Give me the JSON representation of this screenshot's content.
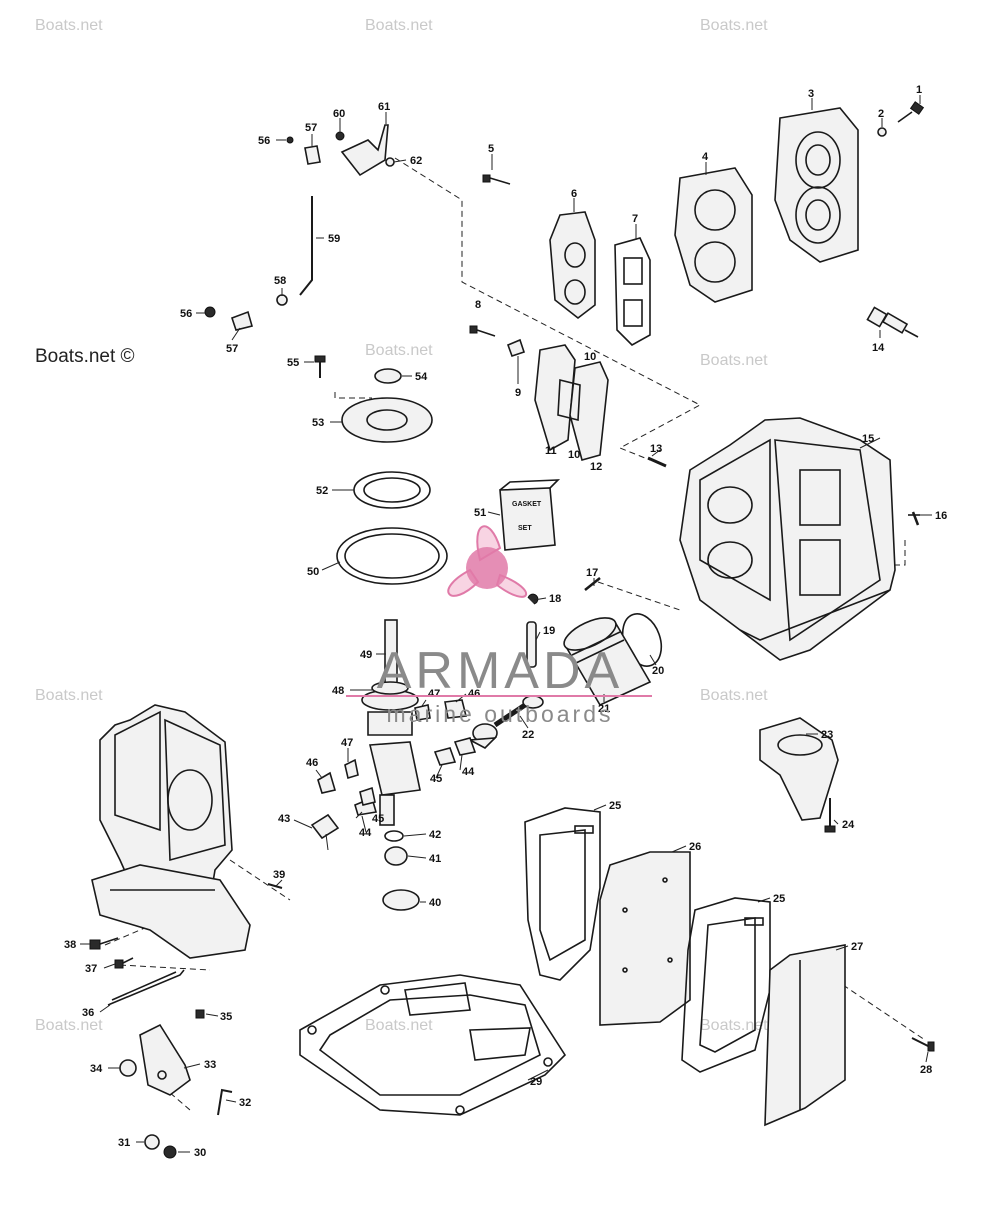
{
  "watermarks": {
    "site": "Boats.net",
    "site_copyright": "Boats.net ©"
  },
  "logo": {
    "brand": "ARMADA",
    "tagline": "marine outboards",
    "color_pink": "#e07aa8",
    "color_pink_light": "#f3b7d1",
    "color_gray": "#8a8a8a"
  },
  "callouts": {
    "c1": "1",
    "c2": "2",
    "c3": "3",
    "c4": "4",
    "c5": "5",
    "c6": "6",
    "c7": "7",
    "c8": "8",
    "c9": "9",
    "c10": "10",
    "c11": "11",
    "c12": "12",
    "c13": "13",
    "c14": "14",
    "c15": "15",
    "c16": "16",
    "c17": "17",
    "c18": "18",
    "c19": "19",
    "c20": "20",
    "c21": "21",
    "c22": "22",
    "c23": "23",
    "c24": "24",
    "c25": "25",
    "c26": "26",
    "c27": "27",
    "c28": "28",
    "c29": "29",
    "c30": "30",
    "c31": "31",
    "c32": "32",
    "c33": "33",
    "c34": "34",
    "c35": "35",
    "c36": "36",
    "c37": "37",
    "c38": "38",
    "c39": "39",
    "c40": "40",
    "c41": "41",
    "c42": "42",
    "c43": "43",
    "c44": "44",
    "c45": "45",
    "c46": "46",
    "c47": "47",
    "c48": "48",
    "c49": "49",
    "c50": "50",
    "c51": "51",
    "c52": "52",
    "c53": "53",
    "c54": "54",
    "c55": "55",
    "c56": "56",
    "c57": "57",
    "c58": "58",
    "c59": "59",
    "c60": "60",
    "c61": "61",
    "c62": "62"
  },
  "gasket_set_box": {
    "line1": "GASKET",
    "line2": "SET"
  }
}
